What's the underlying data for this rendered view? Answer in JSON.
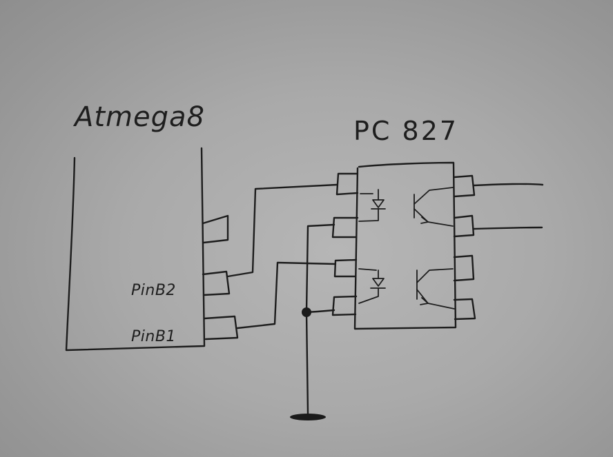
{
  "diagram": {
    "microcontroller": {
      "name": "Atmega8",
      "pins": [
        {
          "label": "PinB2"
        },
        {
          "label": "PinB1"
        }
      ]
    },
    "optocoupler": {
      "name": "PC 827",
      "channels": 2
    },
    "nodes": [
      "ground",
      "junction"
    ],
    "colors": {
      "paper": "#a9a9a9",
      "ink": "#1c1c1c"
    }
  }
}
